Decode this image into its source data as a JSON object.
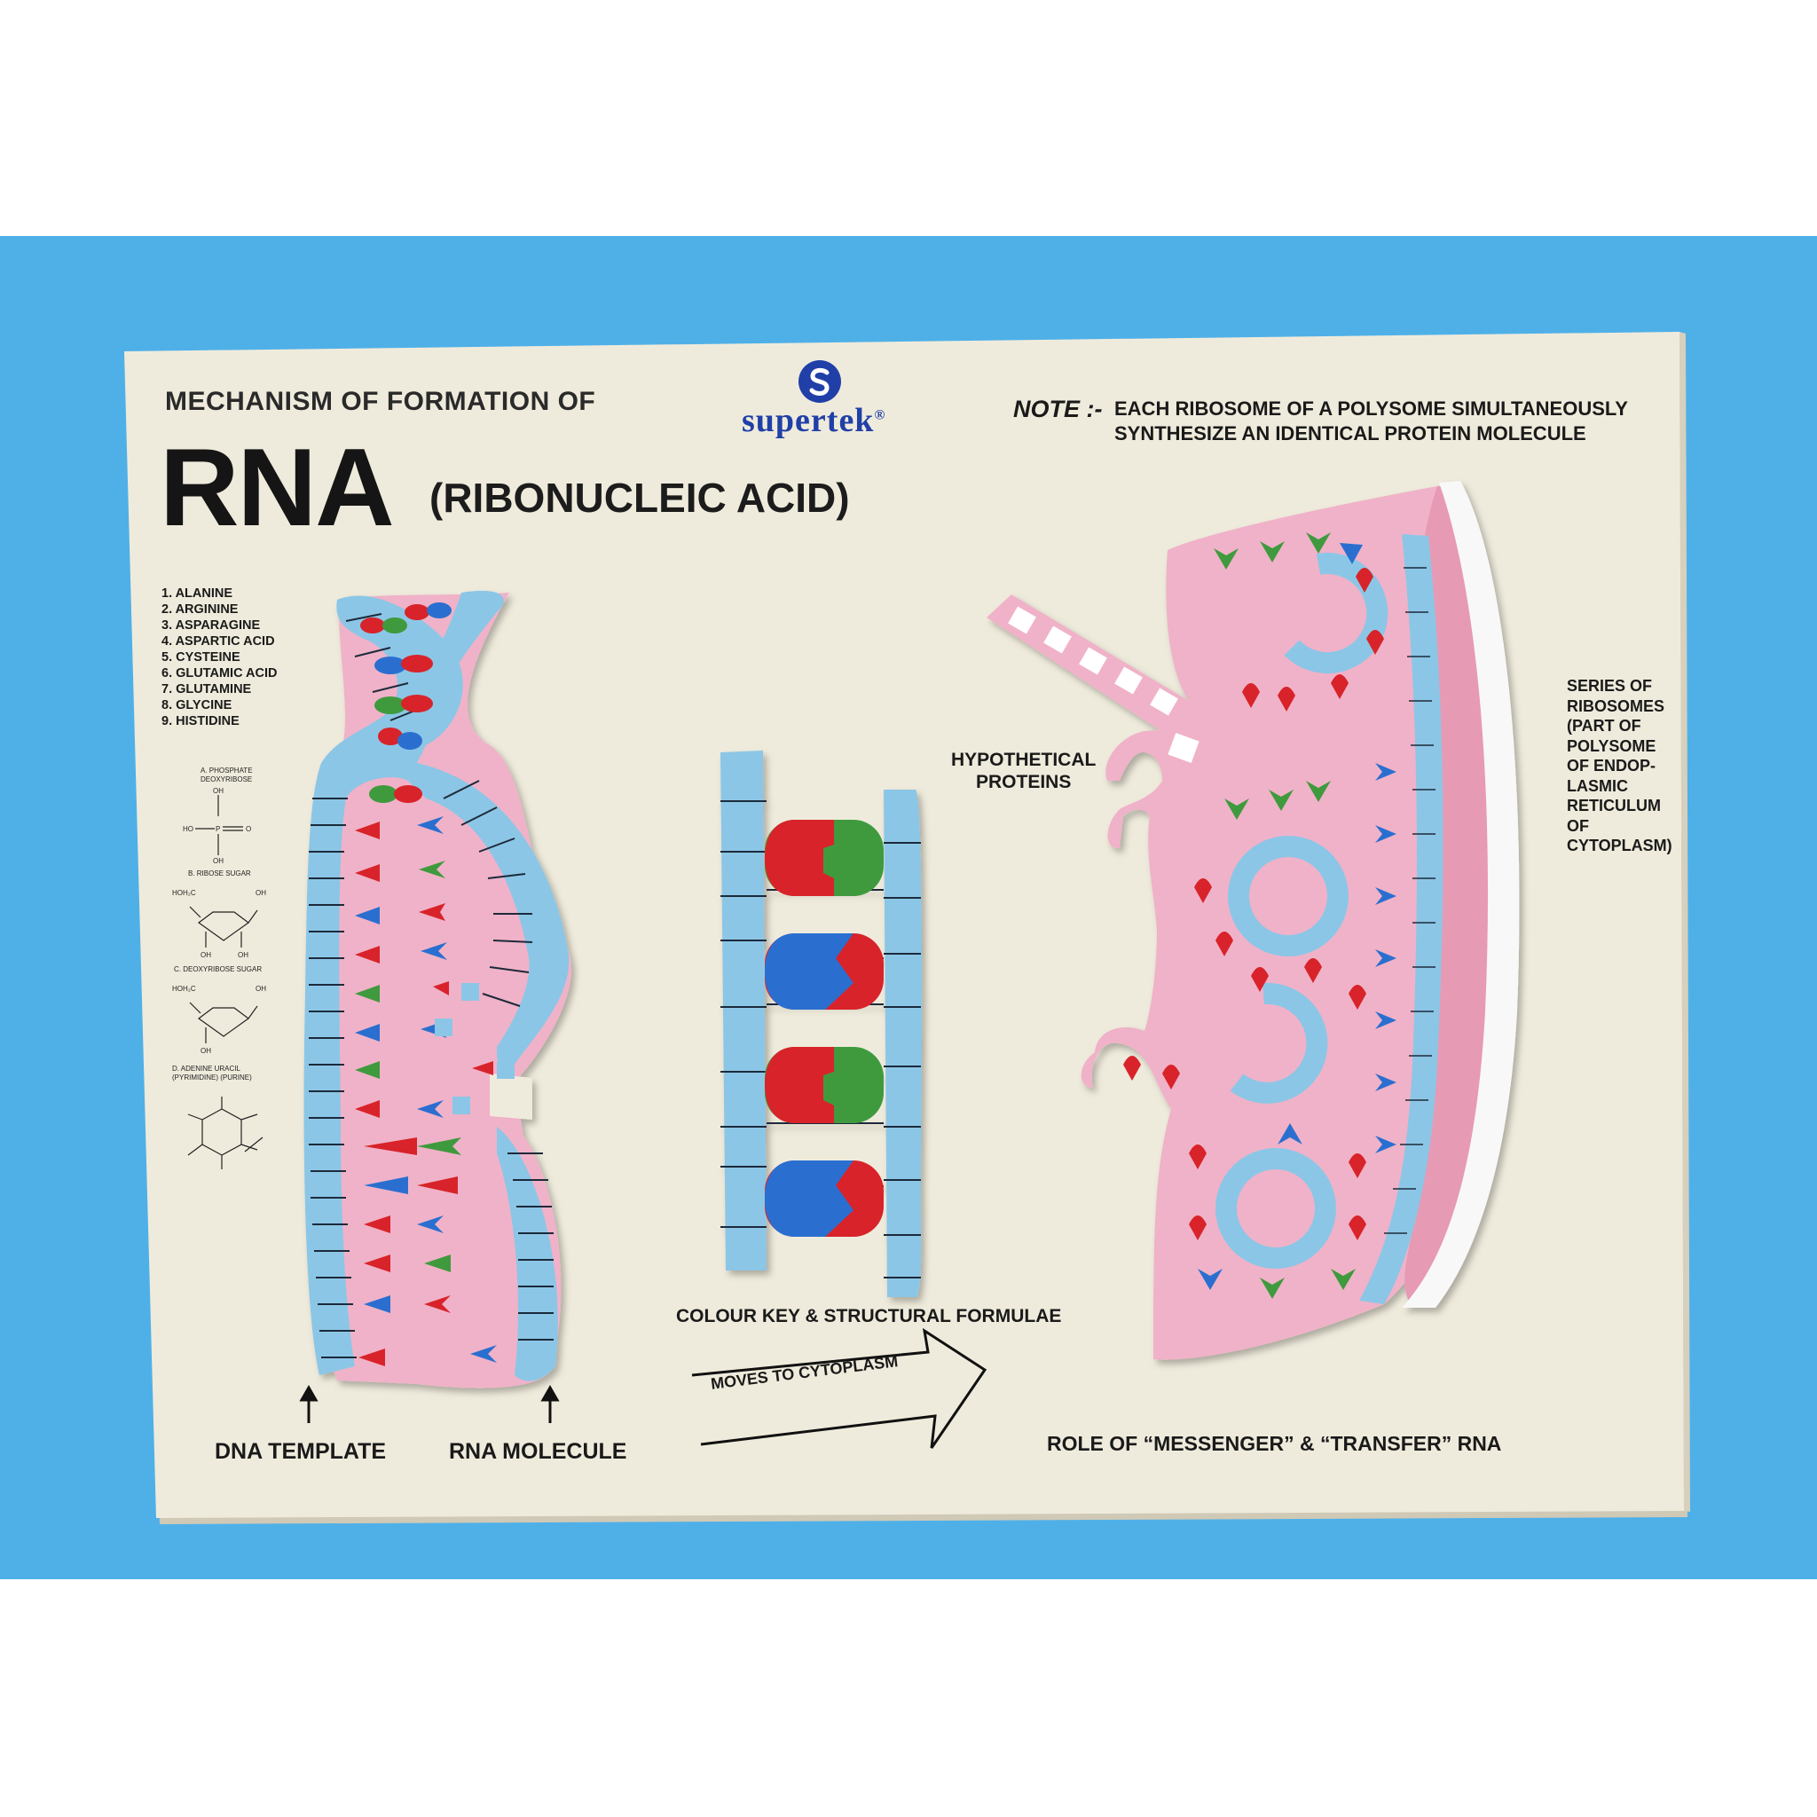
{
  "header": {
    "heading": "MECHANISM OF FORMATION OF",
    "title": "RNA",
    "subtitle": "(RIBONUCLEIC ACID)"
  },
  "brand": {
    "icon": "s-logo-icon",
    "name": "supertek",
    "mark": "®"
  },
  "note": {
    "label": "NOTE :-",
    "line1": "EACH RIBOSOME OF A POLYSOME SIMULTANEOUSLY",
    "line2": "SYNTHESIZE AN IDENTICAL PROTEIN MOLECULE"
  },
  "amino_acids": [
    "1. ALANINE",
    "2. ARGININE",
    "3. ASPARAGINE",
    "4. ASPARTIC ACID",
    "5. CYSTEINE",
    "6. GLUTAMIC ACID",
    "7. GLUTAMINE",
    "8. GLYCINE",
    "9. HISTIDINE"
  ],
  "formulae": {
    "a_label_1": "A. PHOSPHATE",
    "a_label_2": "DEOXYRIBOSE",
    "a_oh_top": "OH",
    "a_ho": "HO",
    "a_p": "P",
    "a_o": "O",
    "a_oh_bottom": "OH",
    "b_label": "B. RIBOSE SUGAR",
    "b_hoh2c": "HOH₂C",
    "b_oh_right": "OH",
    "b_oh_1": "OH",
    "b_oh_2": "OH",
    "c_label": "C. DEOXYRIBOSE SUGAR",
    "c_hoh2c": "HOH₂C",
    "c_oh_right": "OH",
    "c_oh_bottom": "OH",
    "d_label_1": "D. ADENINE     URACIL",
    "d_label_2": "(PYRIMIDINE) (PURINE)"
  },
  "labels": {
    "hypothetical_1": "HYPOTHETICAL",
    "hypothetical_2": "PROTEINS",
    "series": [
      "SERIES OF",
      "RIBOSOMES",
      "(PART OF",
      "POLYSOME",
      "OF ENDOP-",
      "LASMIC",
      "RETICULUM",
      "OF",
      "CYTOPLASM)"
    ],
    "colour_key": "COLOUR KEY & STRUCTURAL FORMULAE",
    "moves": "MOVES TO CYTOPLASM",
    "dna_template": "DNA TEMPLATE",
    "rna_molecule": "RNA MOLECULE",
    "role": "ROLE OF “MESSENGER” & “TRANSFER” RNA"
  },
  "colors": {
    "background": "#4fb0e8",
    "board": "#efebdc",
    "model_blue": "#8cc6e6",
    "model_pink": "#f0b2c8",
    "base_red": "#d8232a",
    "base_blue": "#2a6fd0",
    "base_green": "#3f9a3e",
    "brand_blue": "#2040a8"
  }
}
